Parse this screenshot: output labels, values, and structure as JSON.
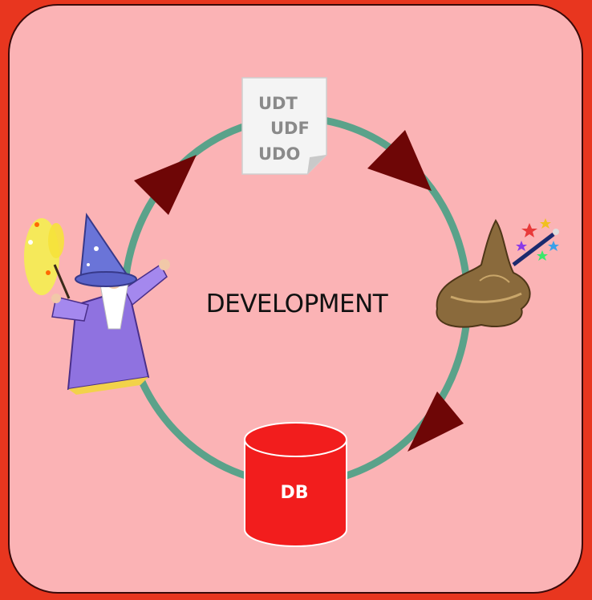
{
  "diagram": {
    "center_label": "DEVELOPMENT",
    "document_lines": [
      "UDT",
      "UDF",
      "UDO"
    ],
    "database_label": "DB",
    "icons": [
      "wizard-icon",
      "wizard-hat-wand-icon",
      "document-icon",
      "database-icon"
    ]
  },
  "colors": {
    "background": "#e8361f",
    "panel": "#fbb3b5",
    "cycle_ring": "#5aa28a",
    "arrows": "#6e0606",
    "database": "#f21d1d"
  }
}
